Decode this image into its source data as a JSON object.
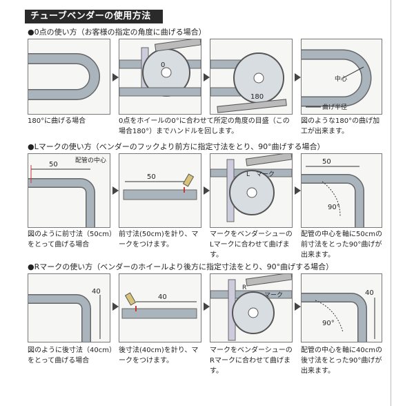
{
  "title": "チューブベンダーの使用方法",
  "sections": [
    {
      "heading": "●0点の使い方（お客様の指定の角度に曲げる場合）",
      "captions": [
        "180°に曲げる場合",
        "0点をホイールの0°に合わせて所定の角度の目盛（この場合180°）までハンドルを回します。",
        "",
        "図のような180°の曲げ加工が出来ます。"
      ],
      "labels": {
        "zero": "0",
        "deg180": "180",
        "center": "中心",
        "radius": "曲げ半径"
      }
    },
    {
      "heading": "●Lマークの使い方（ベンダーのフックより前方に指定寸法をとり、90°曲げする場合）",
      "captions": [
        "図のように前寸法（50cm）をとって曲げる場合",
        "前寸法(50cm)を計り、マークをつけます。",
        "マークをベンダーシューのLマークに合わせて曲げます。",
        "配管の中心を軸に50cmの前寸法をとった90°曲げが出来ます。"
      ],
      "labels": {
        "dim": "50",
        "pipe_center": "配管の中心",
        "mark": "マーク",
        "l": "L",
        "deg": "90°"
      }
    },
    {
      "heading": "●Rマークの使い方（ベンダーのホイールより後方に指定寸法をとり、90°曲げする場合）",
      "captions": [
        "図のように後寸法（40cm）をとって曲げる場合",
        "後寸法(40cm)を計り、マークをつけます。",
        "マークをベンダーシューのRマークに合わせて曲げます。",
        "配管の中心を軸に40cmの後寸法をとった90°曲げが出来ます。"
      ],
      "labels": {
        "dim": "40",
        "mark": "マーク",
        "r": "R",
        "deg": "90°"
      }
    }
  ]
}
